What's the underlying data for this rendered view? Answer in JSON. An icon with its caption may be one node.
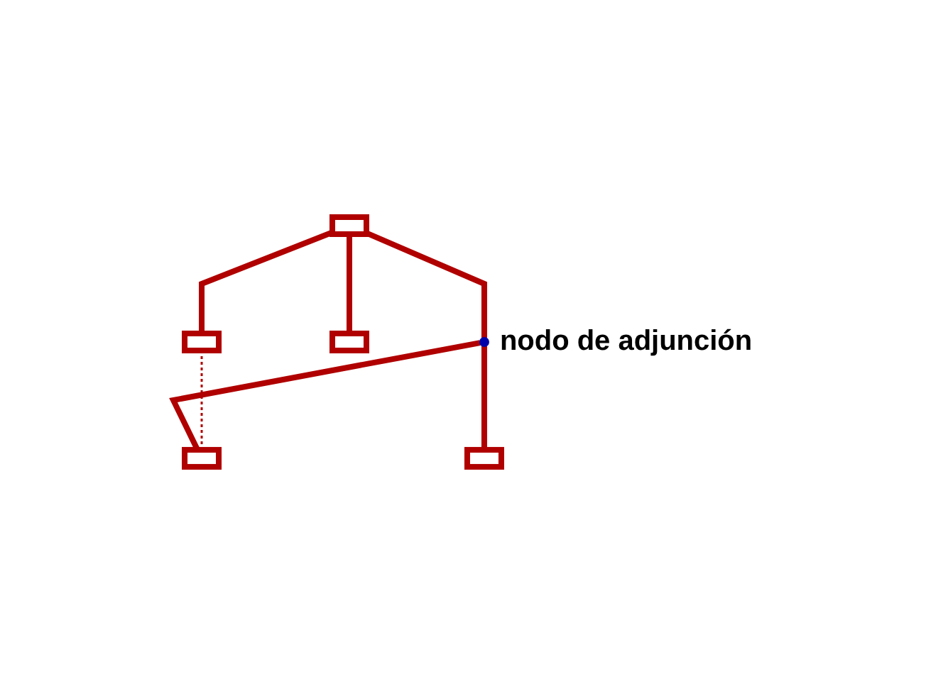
{
  "diagram": {
    "nodes": [
      {
        "text": [],
        "shape": "box"
      },
      {
        "text": [],
        "shape": "box"
      },
      {
        "text": [],
        "shape": "box"
      },
      {
        "text": [],
        "shape": "circle",
        "beside": [
          "nodo de adjunción"
        ]
      },
      {
        "text": [],
        "shape": "box"
      },
      {
        "text": [],
        "shape": "box"
      }
    ],
    "edges": [
      {
        "from": 0,
        "to": 1,
        "arrow": "none"
      },
      {
        "from": 0,
        "to": 2,
        "arrow": "none"
      },
      {
        "from": 0,
        "to": 3,
        "arrow": "none"
      },
      {
        "from": 3,
        "to": 4,
        "arrow": "none"
      },
      {
        "from": 3,
        "to": 5,
        "arrow": "none"
      },
      {
        "from": 1,
        "to": 5,
        "arrow": "none",
        "style": "dashed"
      }
    ]
  }
}
